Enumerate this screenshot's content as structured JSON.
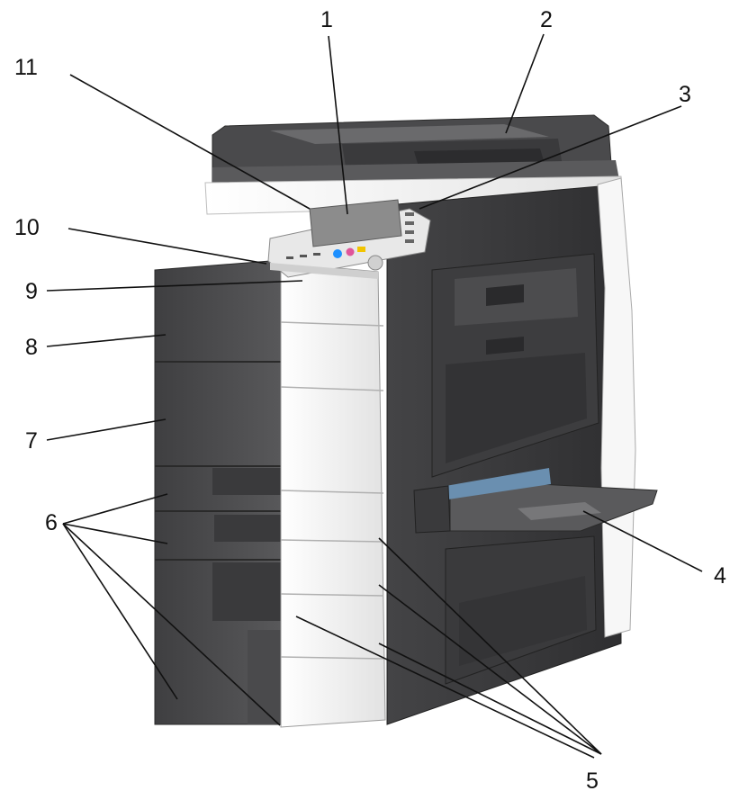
{
  "callouts": {
    "c1": "1",
    "c2": "2",
    "c3": "3",
    "c4": "4",
    "c5": "5",
    "c6": "6",
    "c7": "7",
    "c8": "8",
    "c9": "9",
    "c10": "10",
    "c11": "11"
  },
  "colors": {
    "body_dark": "#4a4a4c",
    "body_mid": "#5c5c5e",
    "body_light": "#f2f2f2",
    "panel_screen": "#8c8c8c",
    "button_blue": "#1e90ff",
    "button_pink": "#e0559a",
    "button_yellow": "#f2c400"
  }
}
